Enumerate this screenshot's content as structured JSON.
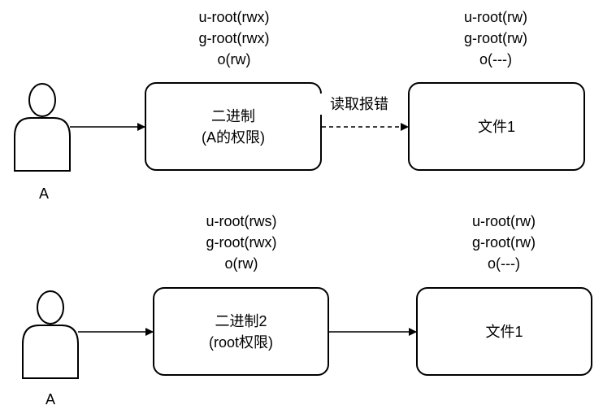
{
  "row1": {
    "actor": "A",
    "binary_perms": [
      "u-root(rwx)",
      "g-root(rwx)",
      "o(rw)"
    ],
    "binary_lines": [
      "二进制",
      "(A的权限)"
    ],
    "edge_label": "读取报错",
    "file_perms": [
      "u-root(rw)",
      "g-root(rw)",
      "o(---)"
    ],
    "file_label": "文件1"
  },
  "row2": {
    "actor": "A",
    "binary_perms": [
      "u-root(rws)",
      "g-root(rwx)",
      "o(rw)"
    ],
    "binary_lines": [
      "二进制2",
      "(root权限)"
    ],
    "file_perms": [
      "u-root(rw)",
      "g-root(rw)",
      "o(---)"
    ],
    "file_label": "文件1"
  }
}
